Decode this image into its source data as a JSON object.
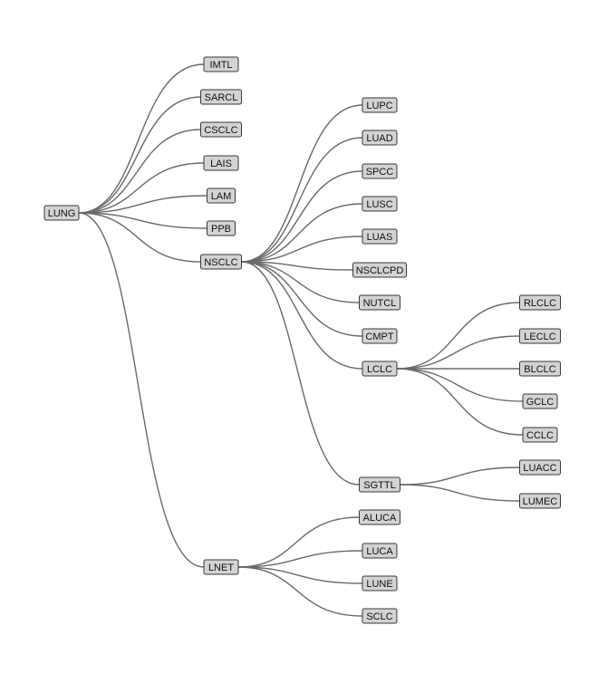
{
  "tree": {
    "label": "LUNG",
    "children": [
      {
        "label": "IMTL"
      },
      {
        "label": "SARCL"
      },
      {
        "label": "CSCLC"
      },
      {
        "label": "LAIS"
      },
      {
        "label": "LAM"
      },
      {
        "label": "PPB"
      },
      {
        "label": "NSCLC",
        "children": [
          {
            "label": "LUPC"
          },
          {
            "label": "LUAD"
          },
          {
            "label": "SPCC"
          },
          {
            "label": "LUSC"
          },
          {
            "label": "LUAS"
          },
          {
            "label": "NSCLCPD"
          },
          {
            "label": "NUTCL"
          },
          {
            "label": "CMPT"
          },
          {
            "label": "LCLC",
            "children": [
              {
                "label": "RLCLC"
              },
              {
                "label": "LECLC"
              },
              {
                "label": "BLCLC"
              },
              {
                "label": "GCLC"
              },
              {
                "label": "CCLC"
              }
            ]
          },
          {
            "label": "SGTTL",
            "children": [
              {
                "label": "LUACC"
              },
              {
                "label": "LUMEC"
              }
            ]
          }
        ]
      },
      {
        "label": "LNET",
        "children": [
          {
            "label": "ALUCA"
          },
          {
            "label": "LUCA"
          },
          {
            "label": "LUNE"
          },
          {
            "label": "SCLC"
          }
        ]
      }
    ]
  }
}
